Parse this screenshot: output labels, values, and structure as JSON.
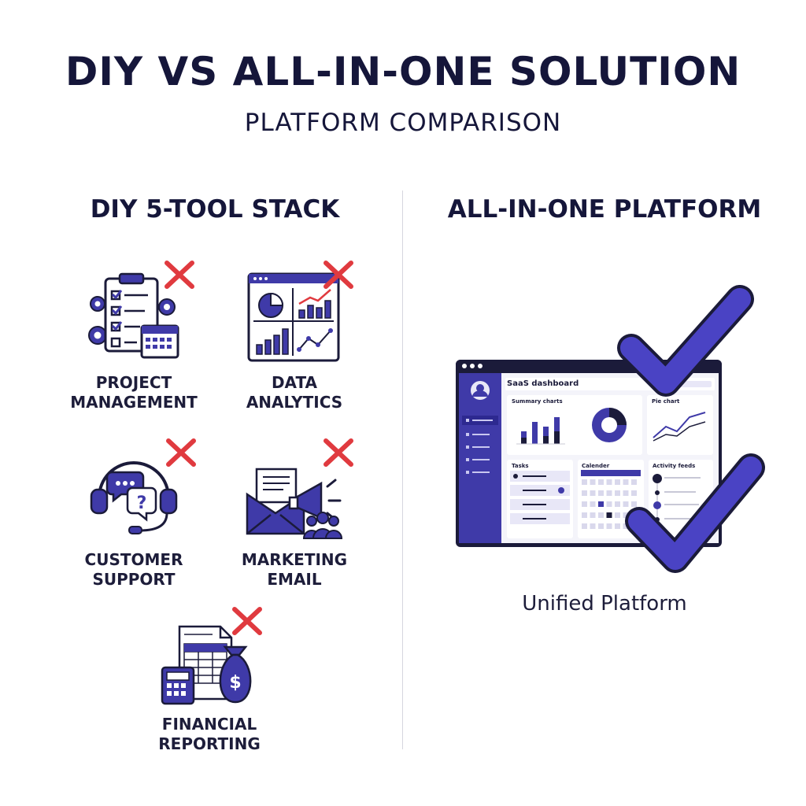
{
  "header": {
    "title": "DIY VS ALL-IN-ONE SOLUTION",
    "subtitle": "PLATFORM COMPARISON"
  },
  "diy": {
    "title": "DIY 5-TOOL STACK",
    "tools": [
      {
        "line1": "PROJECT",
        "line2": "MANAGEMENT",
        "icon": "clipboard-gear-icon",
        "status": "x-mark-icon"
      },
      {
        "line1": "DATA",
        "line2": "ANALYTICS",
        "icon": "chart-window-icon",
        "status": "x-mark-icon"
      },
      {
        "line1": "CUSTOMER",
        "line2": "SUPPORT",
        "icon": "headset-chat-icon",
        "status": "x-mark-icon"
      },
      {
        "line1": "MARKETING",
        "line2": "EMAIL",
        "icon": "envelope-megaphone-icon",
        "status": "x-mark-icon"
      },
      {
        "line1": "FINANCIAL",
        "line2": "REPORTING",
        "icon": "calculator-moneybag-icon",
        "status": "x-mark-icon"
      }
    ]
  },
  "aio": {
    "title": "ALL-IN-ONE PLATFORM",
    "caption": "Unified Platform",
    "dashboard": {
      "title": "SaaS dashboard",
      "panels": [
        "Summary charts",
        "Pie chart",
        "Tasks",
        "Calender",
        "Activity feeds"
      ]
    },
    "status": "check-mark-icon"
  },
  "colors": {
    "primary": "#3f3aa8",
    "dark": "#1b1b3a",
    "accent_red": "#e03a3f",
    "light_purple": "#e8e7f7"
  }
}
